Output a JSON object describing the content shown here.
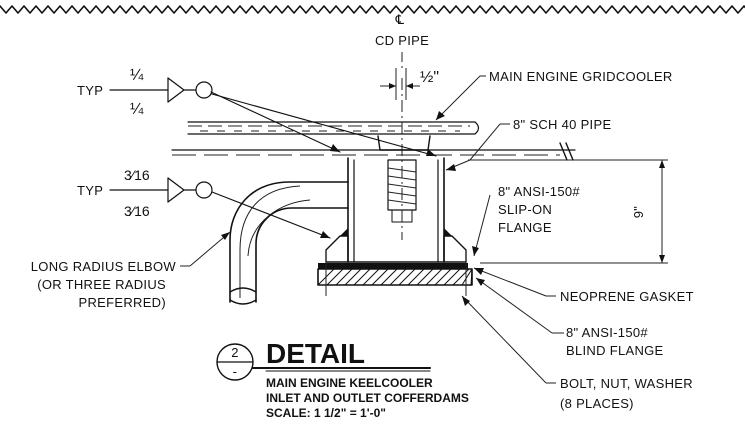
{
  "centerline": {
    "symbol": "℄",
    "label": "CD PIPE"
  },
  "dimensions": {
    "offset": "½\"",
    "height": "9\""
  },
  "weld_symbols": [
    {
      "typ": "TYP",
      "top": "¼",
      "bottom": "¼"
    },
    {
      "typ": "TYP",
      "top": "3⁄16",
      "bottom": "3⁄16"
    }
  ],
  "callouts": {
    "gridcooler": "MAIN ENGINE GRIDCOOLER",
    "pipe": "8\" SCH 40 PIPE",
    "slip_flange": [
      "8\" ANSI-150#",
      "SLIP-ON",
      "FLANGE"
    ],
    "elbow": [
      "LONG RADIUS ELBOW",
      "(OR THREE RADIUS",
      "PREFERRED)"
    ],
    "gasket": "NEOPRENE GASKET",
    "blind_flange": [
      "8\" ANSI-150#",
      "BLIND FLANGE"
    ],
    "bolt": [
      "BOLT, NUT, WASHER",
      "(8 PLACES)"
    ]
  },
  "title_block": {
    "detail_number": "2",
    "sheet_ref": "-",
    "heading": "DETAIL",
    "line1": "MAIN ENGINE KEELCOOLER",
    "line2": "INLET AND OUTLET COFFERDAMS",
    "scale": "SCALE: 1 1/2\" = 1'-0\""
  }
}
